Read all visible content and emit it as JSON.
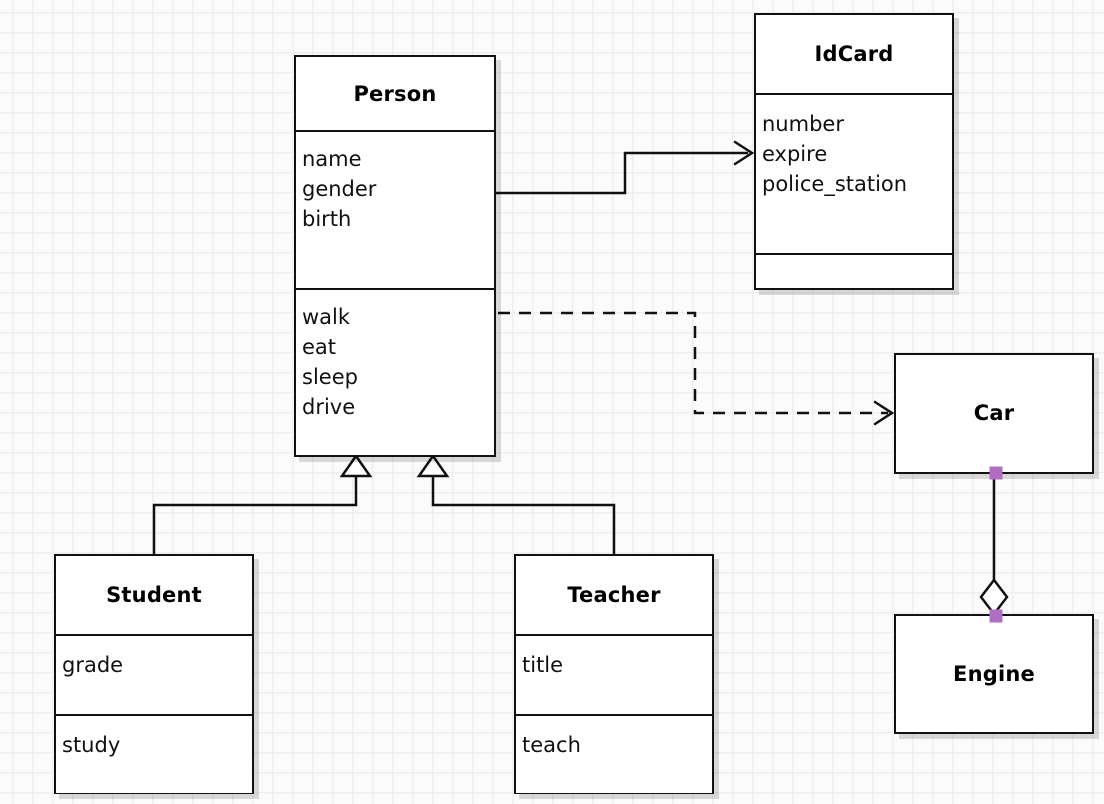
{
  "diagram": {
    "kind": "uml-class-diagram",
    "background_color": "#fbfbfb",
    "grid_color": "#efefef",
    "line_color": "#111111",
    "port_color": "#b06ec2"
  },
  "classes": {
    "person": {
      "name": "Person",
      "attributes": [
        "name",
        "gender",
        "birth"
      ],
      "operations": [
        "walk",
        "eat",
        "sleep",
        "drive"
      ]
    },
    "idcard": {
      "name": "IdCard",
      "attributes": [
        "number",
        "expire",
        "police_station"
      ],
      "operations": []
    },
    "car": {
      "name": "Car",
      "attributes": [],
      "operations": []
    },
    "engine": {
      "name": "Engine",
      "attributes": [],
      "operations": []
    },
    "student": {
      "name": "Student",
      "attributes": [
        "grade"
      ],
      "operations": [
        "study"
      ]
    },
    "teacher": {
      "name": "Teacher",
      "attributes": [
        "title"
      ],
      "operations": [
        "teach"
      ]
    }
  },
  "relationships": [
    {
      "id": "person-idcard",
      "type": "association",
      "source": "Person",
      "target": "IdCard",
      "style": "solid",
      "head": "open-arrow"
    },
    {
      "id": "person-car",
      "type": "dependency",
      "source": "Person",
      "target": "Car",
      "style": "dashed",
      "head": "open-arrow"
    },
    {
      "id": "student-person",
      "type": "generalization",
      "source": "Student",
      "target": "Person",
      "style": "solid",
      "head": "hollow-triangle"
    },
    {
      "id": "teacher-person",
      "type": "generalization",
      "source": "Teacher",
      "target": "Person",
      "style": "solid",
      "head": "hollow-triangle"
    },
    {
      "id": "car-engine",
      "type": "aggregation",
      "source": "Car",
      "target": "Engine",
      "style": "solid",
      "head": "hollow-diamond"
    }
  ]
}
